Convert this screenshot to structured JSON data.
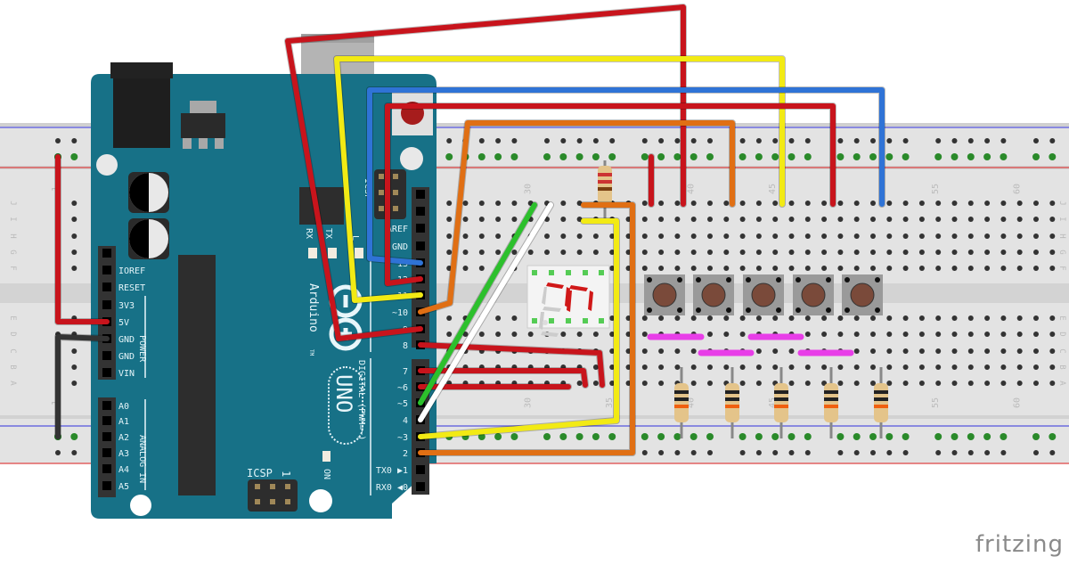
{
  "app": {
    "brand": "fritzing"
  },
  "breadboard": {
    "row_letters_top": [
      "J",
      "I",
      "H",
      "G",
      "F"
    ],
    "row_letters_bottom": [
      "E",
      "D",
      "C",
      "B",
      "A"
    ],
    "column_labels": [
      "1",
      "30",
      "35",
      "40",
      "45",
      "55",
      "60"
    ],
    "colors": {
      "body": "#e2e2e2",
      "rail_red": "#d33",
      "rail_blue": "#33c",
      "hole": "#333",
      "hole_active": "#2a8a2a"
    }
  },
  "arduino": {
    "model_label": "Arduino",
    "trademark": "TM",
    "uno_label": "UNO",
    "power_header_label": "POWER",
    "analog_header_label": "ANALOG IN",
    "digital_header_label": "DIGITAL (PWM=~)",
    "power_pins": [
      "",
      "IOREF",
      "RESET",
      "3V3",
      "5V",
      "GND",
      "GND",
      "VIN"
    ],
    "analog_pins": [
      "A0",
      "A1",
      "A2",
      "A3",
      "A4",
      "A5"
    ],
    "digital_pins_upper": [
      "",
      "",
      "AREF",
      "GND",
      "13",
      "12",
      "~11",
      "~10",
      "~9",
      "8"
    ],
    "digital_pins_lower": [
      "7",
      "~6",
      "~5",
      "4",
      "~3",
      "2",
      "TX0 ▶1",
      "RX0 ◀0"
    ],
    "icsp_label": "ICSP",
    "icsp_top_label": "ICSP",
    "icsp_pin1": "1",
    "on_label": "ON",
    "rx_label": "RX",
    "tx_label": "TX",
    "l_label": "L",
    "reset_label": "RESET",
    "color": "#177187"
  },
  "components": {
    "seven_segment": {
      "name": "7-segment display",
      "lit_color": "#d01818"
    },
    "pushbuttons": {
      "count": 5
    },
    "resistors": {
      "count": 6
    },
    "jumpers": {
      "count": 4,
      "color": "#e83ee8"
    }
  },
  "wire_colors": {
    "red": "#c8141c",
    "yellow": "#f2ea14",
    "blue": "#2f73d6",
    "orange": "#e06f14",
    "green": "#2cc02c",
    "white": "#ffffff",
    "black": "#333333"
  }
}
